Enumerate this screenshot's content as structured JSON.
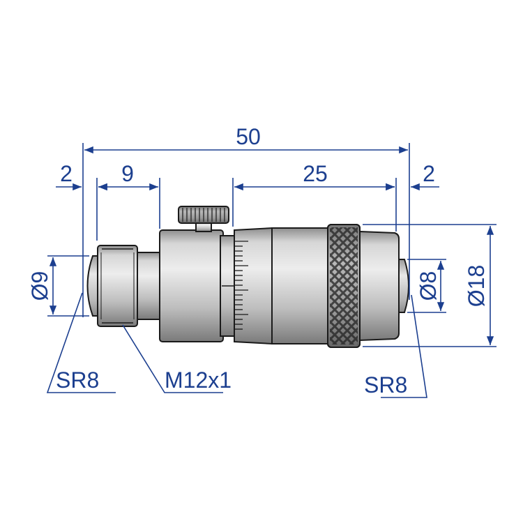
{
  "colors": {
    "dimension": "#1c3f8f",
    "outline": "#1a1a1a"
  },
  "dimensions": {
    "overall_length": "50",
    "left_tip_offset": "2",
    "thread_length": "9",
    "thimble_travel": "25",
    "right_tip_offset": "2",
    "ball_diameter_left": "Ø9",
    "ball_diameter_right": "Ø8",
    "thimble_diameter": "Ø18",
    "left_radius": "SR8",
    "thread_spec": "M12x1",
    "right_radius": "SR8"
  }
}
